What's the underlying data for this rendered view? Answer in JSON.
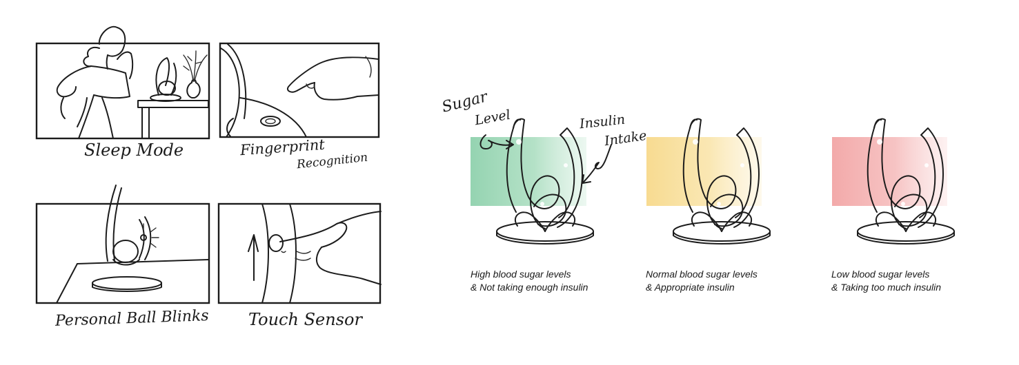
{
  "storyboard": {
    "panels": [
      {
        "label": "Sleep Mode"
      },
      {
        "label": "Fingerprint"
      },
      {
        "label2": "Recognition"
      },
      {
        "label": "Personal Ball Blinks"
      },
      {
        "label": "Touch Sensor"
      }
    ]
  },
  "annotations": {
    "sugar": "Sugar",
    "level": "Level",
    "insulin": "Insulin",
    "intake": "Intake"
  },
  "states": [
    {
      "line1": "High blood sugar levels",
      "line2": "& Not taking enough insulin",
      "color": "#8fd1ad"
    },
    {
      "line1": "Normal blood sugar levels",
      "line2": "& Appropriate insulin",
      "color": "#f7d98b"
    },
    {
      "line1": "Low blood sugar levels",
      "line2": "& Taking too much insulin",
      "color": "#f2a5a5"
    }
  ]
}
